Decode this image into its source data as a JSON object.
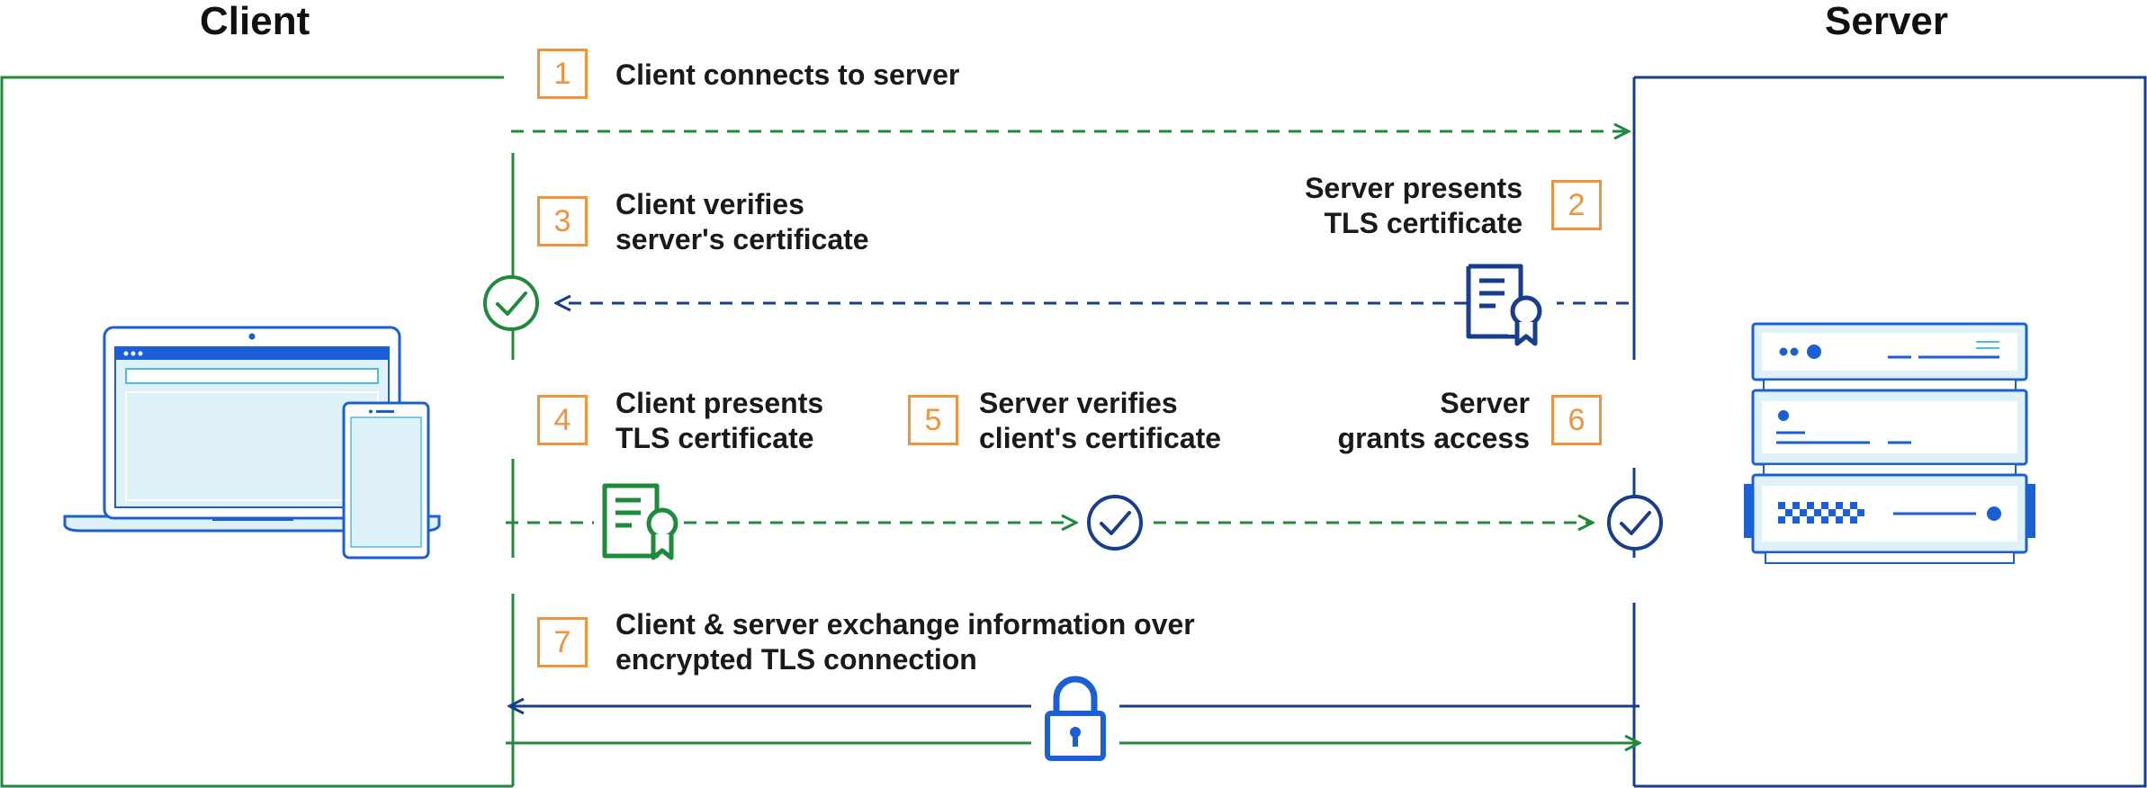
{
  "headings": {
    "client": "Client",
    "server": "Server"
  },
  "steps": [
    {
      "number": "1",
      "lines": [
        "Client connects to server"
      ]
    },
    {
      "number": "2",
      "lines": [
        "Server presents",
        "TLS certificate"
      ]
    },
    {
      "number": "3",
      "lines": [
        "Client verifies",
        "server's certificate"
      ]
    },
    {
      "number": "4",
      "lines": [
        "Client presents",
        "TLS certificate"
      ]
    },
    {
      "number": "5",
      "lines": [
        "Server verifies",
        "client's certificate"
      ]
    },
    {
      "number": "6",
      "lines": [
        "Server",
        "grants access"
      ]
    },
    {
      "number": "7",
      "lines": [
        "Client & server exchange information over",
        "encrypted TLS connection"
      ]
    }
  ],
  "icons": {
    "client_devices": "laptop-and-phone-icon",
    "server_rack": "server-rack-icon",
    "server_certificate": "certificate-icon",
    "client_certificate": "certificate-icon",
    "verified": "checkmark-circle-icon",
    "lock": "padlock-icon"
  },
  "colors": {
    "client_green": "#1f8a3c",
    "server_blue": "#173d8c",
    "step_orange": "#f2923a",
    "device_blue": "#1a5fd6",
    "device_fill": "#dff2f9"
  }
}
